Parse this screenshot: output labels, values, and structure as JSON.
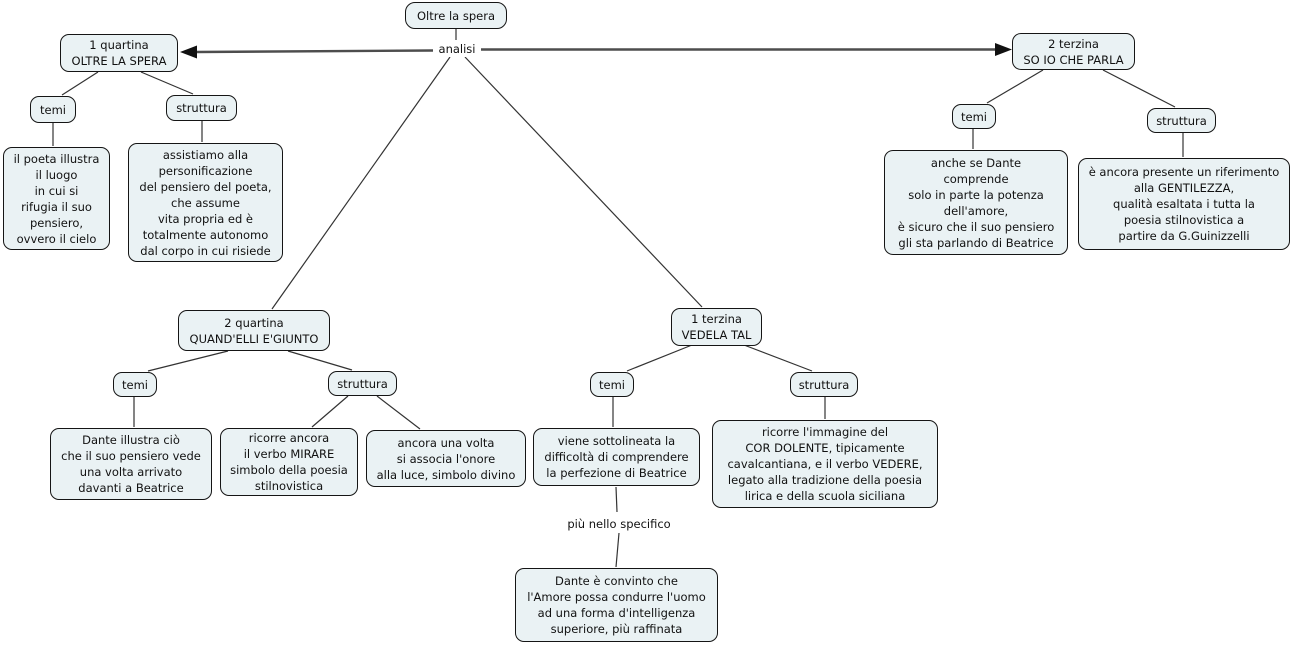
{
  "colors": {
    "node_fill": "#eaf2f4",
    "node_border": "#151515",
    "connector": "#333333",
    "arrow_connector": "#4d4d4d"
  },
  "nodes": {
    "root": "Oltre la spera",
    "link_analisi": "analisi",
    "q1": "1 quartina\nOLTRE LA SPERA",
    "q1_temi": "temi",
    "q1_struttura": "struttura",
    "q1_temi_detail": "il poeta illustra\nil luogo\nin cui si\nrifugia il suo\npensiero,\novvero il cielo",
    "q1_struttura_detail": "assistiamo alla\npersonificazione\ndel pensiero del poeta,\nche assume\nvita propria ed è\ntotalmente autonomo\ndal corpo in cui risiede",
    "t2": "2 terzina\nSO IO CHE PARLA",
    "t2_temi": "temi",
    "t2_struttura": "struttura",
    "t2_temi_detail": "anche se Dante\ncomprende\nsolo in parte la potenza\ndell'amore,\nè sicuro che il suo pensiero\ngli sta parlando di Beatrice",
    "t2_struttura_detail": "è ancora presente un riferimento\nalla GENTILEZZA,\nqualità esaltata i  tutta la\npoesia stilnovistica a\npartire da G.Guinizzelli",
    "q2": "2 quartina\nQUAND'ELLI E'GIUNTO",
    "q2_temi": "temi",
    "q2_struttura": "struttura",
    "q2_temi_detail": "Dante illustra ciò\nche il suo pensiero vede\nuna volta arrivato\ndavanti a Beatrice",
    "q2_struttura_detail_a": "ricorre ancora\nil verbo MIRARE\nsimbolo della poesia\nstilnovistica",
    "q2_struttura_detail_b": "ancora una volta\nsi associa l'onore\nalla luce, simbolo divino",
    "t1": "1 terzina\nVEDELA TAL",
    "t1_temi": "temi",
    "t1_struttura": "struttura",
    "t1_temi_detail": "viene sottolineata la\ndifficoltà di comprendere\nla perfezione di Beatrice",
    "t1_struttura_detail": "ricorre l'immagine del\nCOR DOLENTE, tipicamente\ncavalcantiana, e il verbo VEDERE,\nlegato alla tradizione della poesia\nlirica e della scuola siciliana",
    "link_piu": "più nello specifico",
    "t1_temi_more_detail": "Dante è convinto che\nl'Amore possa condurre l'uomo\nad una forma d'intelligenza\nsuperiore, più raffinata"
  }
}
